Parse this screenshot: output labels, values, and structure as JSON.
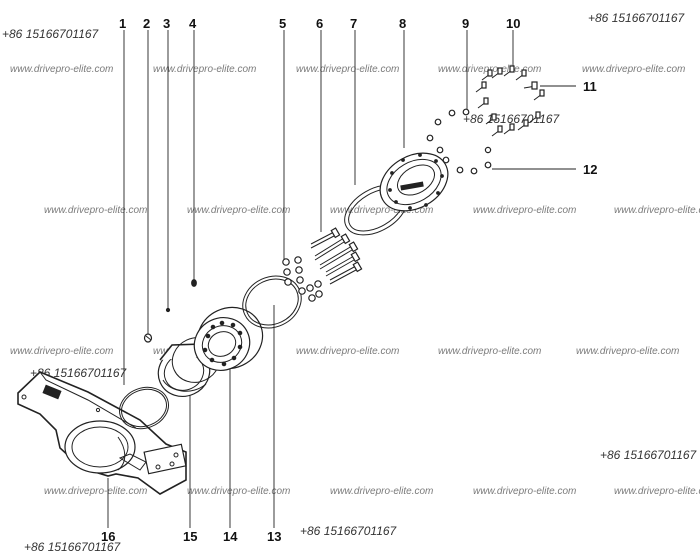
{
  "diagram": {
    "callouts": [
      "1",
      "2",
      "3",
      "4",
      "5",
      "6",
      "7",
      "8",
      "9",
      "10",
      "11",
      "12",
      "13",
      "14",
      "15",
      "16"
    ],
    "watermark_text": "www.drivepro-elite.com",
    "phone_text": "+86 15166701167"
  }
}
